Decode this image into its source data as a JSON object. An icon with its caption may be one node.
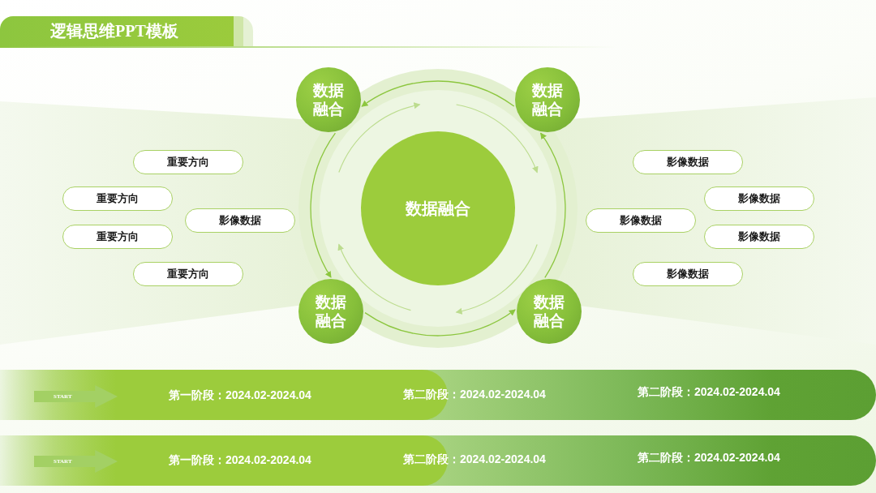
{
  "diagram": {
    "title": "逻辑思维PPT模板",
    "nodes": [
      {
        "text": [
          "数据融合"
        ]
      },
      {
        "text": [
          "数据融合"
        ]
      },
      {
        "text": [
          "数据融合"
        ]
      },
      {
        "text": [
          "数据融合"
        ]
      },
      {
        "text": [
          "数据融合"
        ]
      },
      {
        "text": [
          "重要方向"
        ]
      },
      {
        "text": [
          "重要方向"
        ]
      },
      {
        "text": [
          "影像数据"
        ]
      },
      {
        "text": [
          "重要方向"
        ]
      },
      {
        "text": [
          "重要方向"
        ]
      },
      {
        "text": [
          "影像数据"
        ]
      },
      {
        "text": [
          "影像数据"
        ]
      },
      {
        "text": [
          "影像数据"
        ]
      },
      {
        "text": [
          "影像数据"
        ]
      },
      {
        "text": [
          "影像数据"
        ]
      },
      {
        "text": [
          "第一阶段：2024.02-2024.04",
          "第二阶段：2024.02-2024.04",
          "第二阶段：2024.02-2024.04"
        ]
      },
      {
        "text": [
          "START"
        ],
        "in": 15
      },
      {
        "text": [
          "第一阶段：2024.02-2024.04",
          "第二阶段：2024.02-2024.04",
          "第二阶段：2024.02-2024.04"
        ]
      },
      {
        "text": [
          "START"
        ],
        "in": 17
      }
    ],
    "edges": [
      {
        "from": 1,
        "to": 0,
        "arrow": "to"
      },
      {
        "from": 0,
        "to": 3,
        "arrow": "to"
      },
      {
        "from": 4,
        "to": 1,
        "arrow": "to"
      },
      {
        "from": 3,
        "to": 4,
        "arrow": "to"
      }
    ]
  }
}
